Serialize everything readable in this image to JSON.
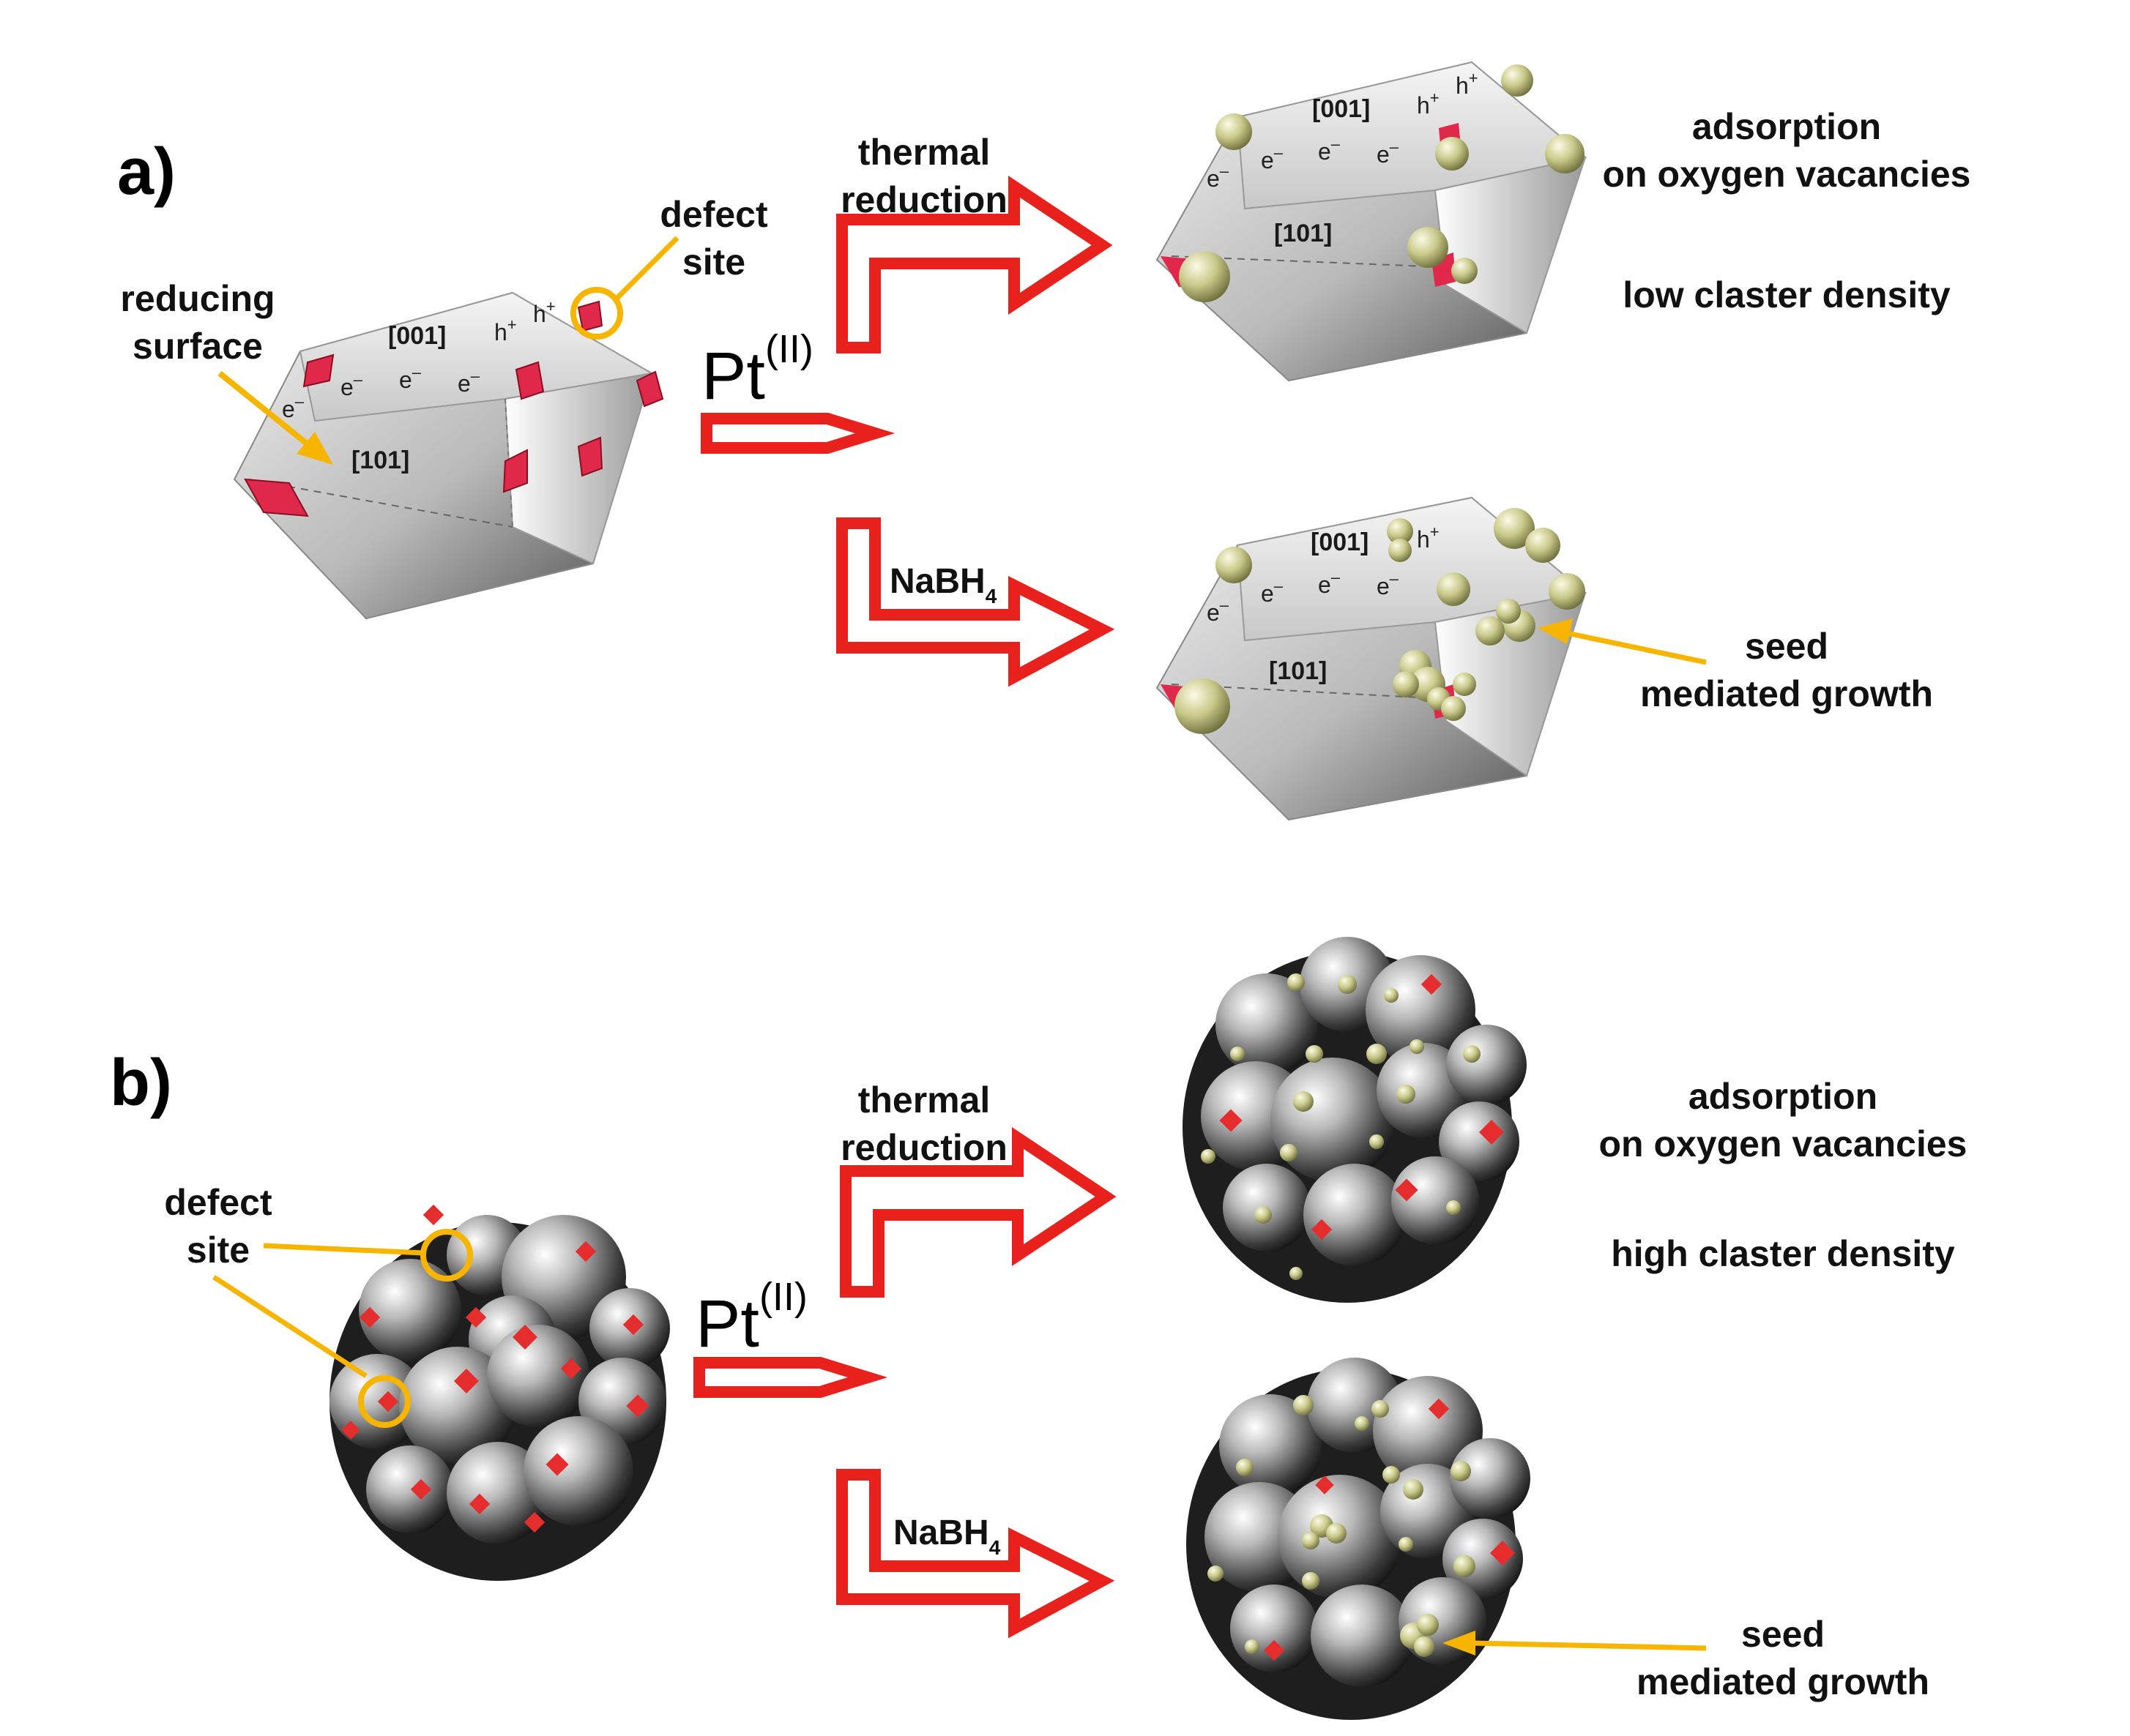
{
  "panel_a": {
    "letter": "a)",
    "reducing_surface": [
      "reducing",
      "surface"
    ],
    "defect_site": [
      "defect",
      "site"
    ],
    "precursor": "Pt",
    "precursor_sup": "(II)",
    "path_thermal": [
      "thermal",
      "reduction"
    ],
    "path_chemical": "NaBH",
    "path_chemical_sub": "4",
    "facet_001": "[001]",
    "facet_101": "[101]",
    "electron": "e",
    "electron_sup": "–",
    "hole": "h",
    "hole_sup": "+",
    "result_thermal": [
      "adsorption",
      "on oxygen vacancies",
      "low claster density"
    ],
    "result_chemical": [
      "seed",
      "mediated growth"
    ]
  },
  "panel_b": {
    "letter": "b)",
    "defect_site": [
      "defect",
      "site"
    ],
    "precursor": "Pt",
    "precursor_sup": "(II)",
    "path_thermal": [
      "thermal",
      "reduction"
    ],
    "path_chemical": "NaBH",
    "path_chemical_sub": "4",
    "result_thermal": [
      "adsorption",
      "on oxygen vacancies",
      "high claster density"
    ],
    "result_chemical": [
      "seed",
      "mediated growth"
    ]
  },
  "colors": {
    "arrow": "#e8211c",
    "callout": "#f7b500",
    "defect": "#e0284a",
    "pt_particle": "#c9c98a"
  }
}
